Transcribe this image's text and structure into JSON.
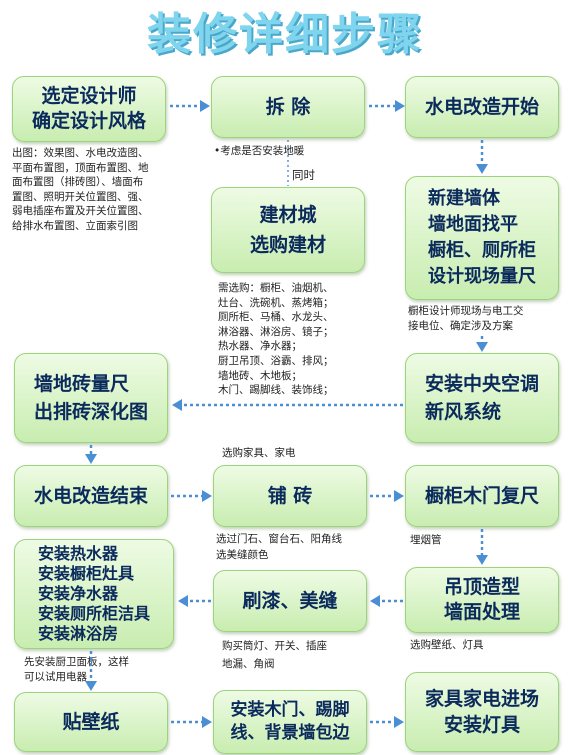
{
  "title": "装修详细步骤",
  "steps": {
    "designer": "选定设计师\n确定设计风格",
    "demolish": "拆 除",
    "plumbing_start": "水电改造开始",
    "buy_materials": "建材城\n选购建材",
    "walls_cabinets": "新建墙体\n墙地面找平\n橱柜、厕所柜\n设计现场量尺",
    "tile_measure": "墙地砖量尺\n出排砖深化图",
    "ac_fresh_air": "安装中央空调\n新风系统",
    "plumbing_end": "水电改造结束",
    "tiling": "铺 砖",
    "cabinet_door_remeasure": "橱柜木门复尺",
    "fixtures_install": "安装热水器\n安装橱柜灶具\n安装净水器\n安装厕所柜洁具\n安装淋浴房",
    "paint_caulk": "刷漆、美缝",
    "ceiling_wall": "吊顶造型\n墙面处理",
    "wallpaper": "贴壁纸",
    "doors_skirting": "安装木门、踢脚\n线、背景墙包边",
    "furniture_lights": "家具家电进场\n安装灯具"
  },
  "notes": {
    "drawings": "出图：效果图、水电改造图、\n平面布置图，顶面布置图、地\n面布置图（排砖图）、墙面布\n置图、照明开关位置图、强、\n弱电插座布置及开关位置图、\n给排水布置图、立面索引图",
    "floor_heating": "•考虑是否安装地暖",
    "simultaneous": "同时",
    "materials_list": "需选购：橱柜、油烟机、\n灶台、洗碗机、蒸烤箱；\n厕所柜、马桶、水龙头、\n淋浴器、淋浴房、镜子；\n热水器、净水器；\n厨卫吊顶、浴霸、排风；\n墙地砖、木地板；\n木门、踢脚线、装饰线；",
    "cabinet_designer": "橱柜设计师现场与电工交\n接电位、确定涉及方案",
    "furniture_select": "选购家具、家电",
    "stone_select": "选过门石、窗台石、阳角线\n选美缝颜色",
    "smoke_pipe": "埋烟管",
    "hood_panel": "先安装厨卫面板，这样\n可以试用电器",
    "lamps_switches": "购买筒灯、开关、插座\n地漏、角阀",
    "wallpaper_lamps": "选购壁纸、灯具"
  }
}
